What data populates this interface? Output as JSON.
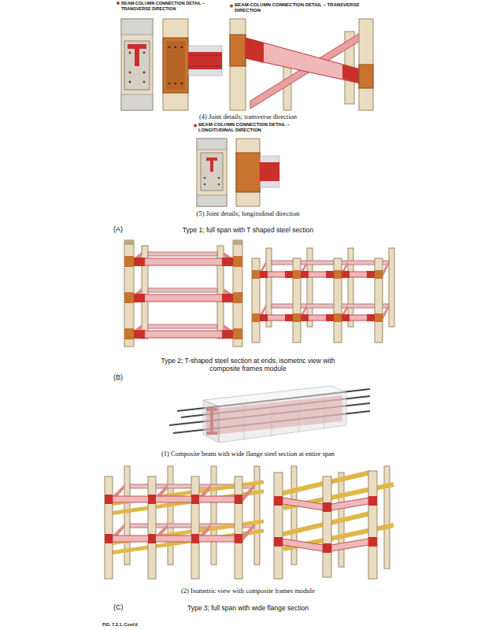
{
  "diagram": {
    "caption": "FIG. 7.2.1, Cont'd",
    "labels": [
      "BEAM-COLUMN CONNECTION DETAIL – TRANSVERSE DIRECTION",
      "BEAM-COLUMN CONNECTION DETAIL – TRANSVERSE DIRECTION",
      "(4) Joint details; transverse direction",
      "BEAM-COLUMN CONNECTION DETAIL – LONGITUDINAL DIRECTION",
      "(5) Joint details; longitudinal direction",
      "(A)",
      "Type 1; full span with T shaped steel section",
      "Type 2; T-shaped steel section at ends, isometric view with composite frames module",
      "(B)",
      "(1) Composite beam with wide flange steel section at entire span",
      "(2) Isometric view with composite frames module",
      "(C)",
      "Type 3; full span with wide flange section"
    ]
  }
}
